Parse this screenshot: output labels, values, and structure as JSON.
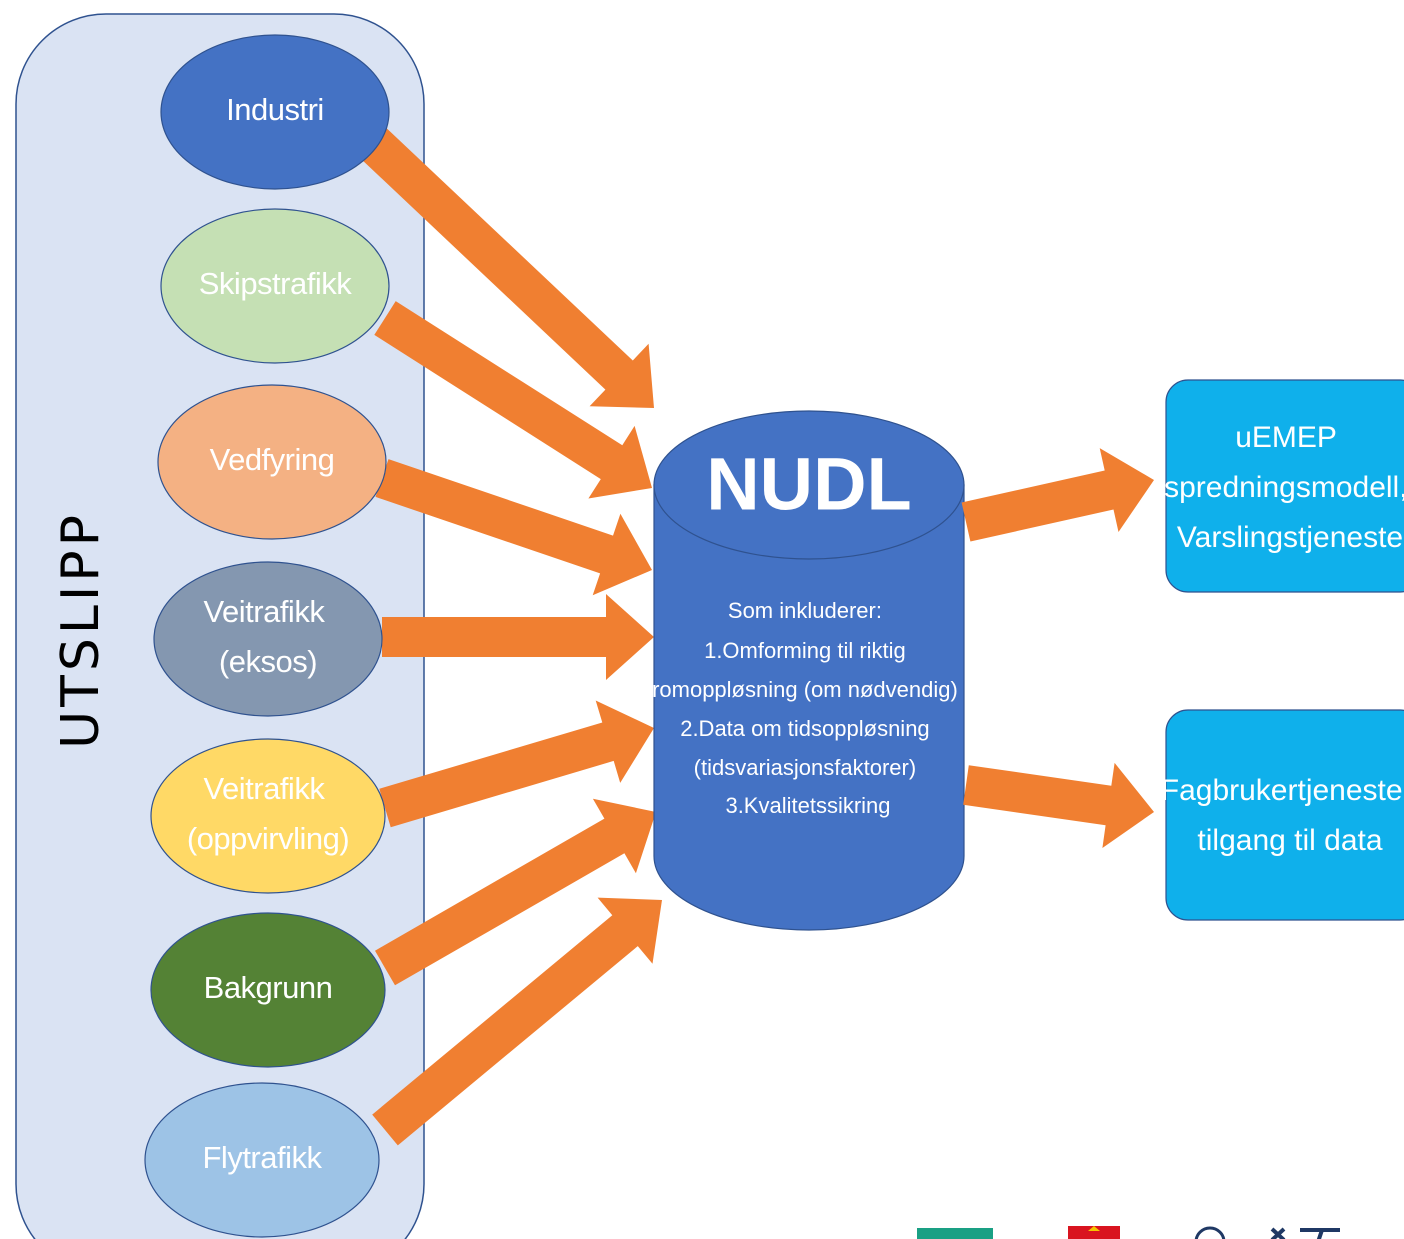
{
  "colors": {
    "group_fill": "#dae3f3",
    "group_stroke": "#2f528f",
    "arrow": "#f07f31",
    "database": "#4472c4",
    "output": "#0fb0eb",
    "logo_green": "#1aa084",
    "logo_red": "#d9141f",
    "logo_navy": "#1f3864"
  },
  "group": {
    "label": "UTSLIPP"
  },
  "sources": [
    {
      "label": "Industri",
      "fill": "#4472c4",
      "text_color": "#ffffff"
    },
    {
      "label": "Skipstrafikk",
      "fill": "#c5e0b4",
      "text_color": "#ffffff"
    },
    {
      "label": "Vedfyring",
      "fill": "#f4b183",
      "text_color": "#ffffff"
    },
    {
      "label": "Veitrafikk (eksos)",
      "fill": "#8497b0",
      "text_color": "#ffffff"
    },
    {
      "label": "Veitrafikk (oppvirvling)",
      "fill": "#ffd966",
      "text_color": "#ffffff"
    },
    {
      "label": "Bakgrunn",
      "fill": "#548235",
      "text_color": "#ffffff"
    },
    {
      "label": "Flytrafikk",
      "fill": "#9dc3e6",
      "text_color": "#ffffff"
    }
  ],
  "database": {
    "title": "NUDL",
    "lines": [
      "Som inkluderer:",
      "1.Omforming til riktig",
      "romoppløsning (om nødvendig)",
      "2.Data om tidsoppløsning",
      "(tidsvariasjonsfaktorer)",
      "3.Kvalitetssikring"
    ]
  },
  "outputs": [
    {
      "lines": [
        "uEMEP",
        "spredningsmodell,",
        "Varslingstjeneste"
      ]
    },
    {
      "lines": [
        "Fagbrukertjeneste,",
        "tilgang til data"
      ]
    }
  ]
}
